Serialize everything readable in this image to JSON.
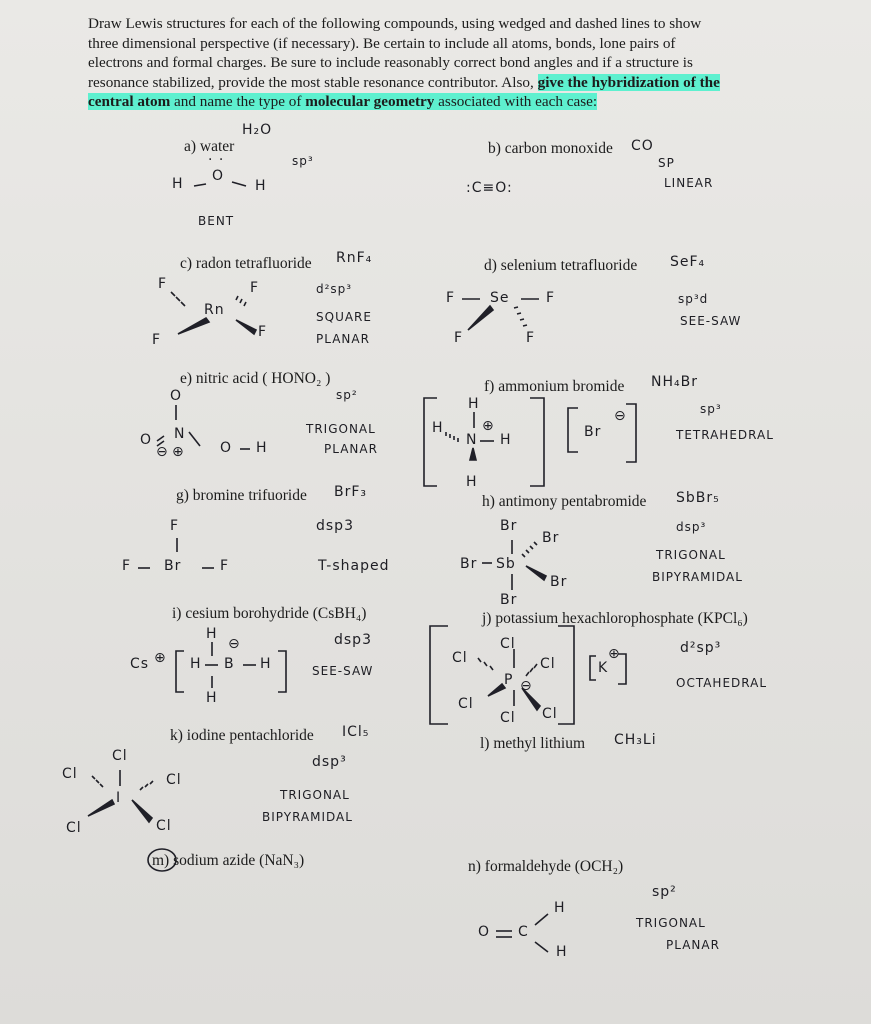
{
  "intro": {
    "line1": "Draw Lewis structures for each of the following compounds, using wedged and dashed lines to show",
    "line2": "three dimensional perspective (if necessary). Be certain to include all atoms, bonds, lone pairs of",
    "line3": "electrons and formal charges. Be sure to include reasonably correct bond angles and if a structure is",
    "line4a": "resonance stabilized, provide the most stable resonance contributor. Also, ",
    "line4b": "give the hybridization of the",
    "line5a": "central atom",
    "line5b": " and name the type of ",
    "line5c": "molecular geometry",
    "line5d": " associated with each case:"
  },
  "items": {
    "a": {
      "label": "a)  water",
      "formula": "H₂O",
      "hyb": "sp³",
      "geometry": "BENT"
    },
    "b": {
      "label": "b)  carbon monoxide",
      "formula": "CO",
      "hyb": "SP",
      "geometry": "LINEAR"
    },
    "c": {
      "label": "c)  radon tetrafluoride",
      "formula": "RnF₄",
      "hyb": "d²sp³",
      "geometry1": "SQUARE",
      "geometry2": "PLANAR"
    },
    "d": {
      "label": "d)  selenium  tetrafluoride",
      "formula": "SeF₄",
      "hyb": "sp³d",
      "geometry": "SEE-SAW"
    },
    "e": {
      "label": "e)  nitric acid ( HONO₂ )",
      "hyb": "sp²",
      "geometry1": "TRIGONAL",
      "geometry2": "PLANAR"
    },
    "f": {
      "label": "f)  ammonium bromide",
      "formula": "NH₄Br",
      "hyb": "sp³",
      "geometry": "TETRAHEDRAL"
    },
    "g": {
      "label": "g)  bromine trifuoride",
      "formula": "BrF₃",
      "hyb": "dsp3",
      "geometry": "T-shaped"
    },
    "h": {
      "label": "h)  antimony pentabromide",
      "formula": "SbBr₅",
      "hyb": "dsp³",
      "geometry1": "TRIGONAL",
      "geometry2": "BIPYRAMIDAL"
    },
    "i": {
      "label": "i)  cesium borohydride (CsBH₄)",
      "hyb": "dsp3",
      "geometry": "SEE-SAW"
    },
    "j": {
      "label": "j)  potassium hexachlorophosphate (KPCl₆)",
      "hyb": "d²sp³",
      "geometry": "OCTAHEDRAL"
    },
    "k": {
      "label": "k)  iodine pentachloride",
      "formula": "ICl₅",
      "hyb": "dsp³",
      "geometry1": "TRIGONAL",
      "geometry2": "BIPYRAMIDAL"
    },
    "l": {
      "label": "l)  methyl lithium",
      "formula": "CH₃Li"
    },
    "m": {
      "label": "m)",
      "label2": " sodium azide (NaN₃)"
    },
    "n": {
      "label": "n)  formaldehyde (OCH₂)",
      "hyb": "sp²",
      "geometry1": "TRIGONAL",
      "geometry2": "PLANAR"
    }
  },
  "structures": {
    "water": {
      "H1": "H",
      "O": "O",
      "H2": "H"
    },
    "co": {
      "text": ":C≡O:"
    },
    "rnf4": {
      "F1": "F",
      "F2": "F",
      "F3": "F",
      "F4": "F",
      "Rn": "Rn"
    },
    "sef4": {
      "F1": "F",
      "F2": "F",
      "F3": "F",
      "F4": "F",
      "Se": "Se"
    },
    "hono2": {
      "O1": "O",
      "O2": "O",
      "N": "N",
      "O3": "O",
      "H": "H",
      "plus": "⊕",
      "minus": "⊖"
    },
    "nh4br": {
      "H1": "H",
      "H2": "H",
      "N": "N",
      "H3": "H",
      "H4": "H",
      "Br": "Br",
      "plus": "⊕",
      "minus": "⊖"
    },
    "brf3": {
      "F1": "F",
      "F2": "F",
      "Br": "Br",
      "F3": "F"
    },
    "sbbr5": {
      "Br1": "Br",
      "Br2": "Br",
      "Br3": "Br",
      "Sb": "Sb",
      "Br4": "Br",
      "Br5": "Br"
    },
    "csbh4": {
      "Cs": "Cs",
      "plus": "⊕",
      "H1": "H",
      "H2": "H",
      "B": "B",
      "H3": "H",
      "H4": "H",
      "minus": "⊖"
    },
    "kpcl6": {
      "Cl1": "Cl",
      "Cl2": "Cl",
      "Cl3": "Cl",
      "P": "P",
      "Cl4": "Cl",
      "Cl5": "Cl",
      "Cl6": "Cl",
      "K": "K",
      "plus": "⊕",
      "minus": "⊖"
    },
    "icl5": {
      "Cl1": "Cl",
      "Cl2": "Cl",
      "Cl3": "Cl",
      "I": "I",
      "Cl4": "Cl",
      "Cl5": "Cl"
    },
    "och2": {
      "O": "O",
      "C": "C",
      "H1": "H",
      "H2": "H"
    }
  }
}
